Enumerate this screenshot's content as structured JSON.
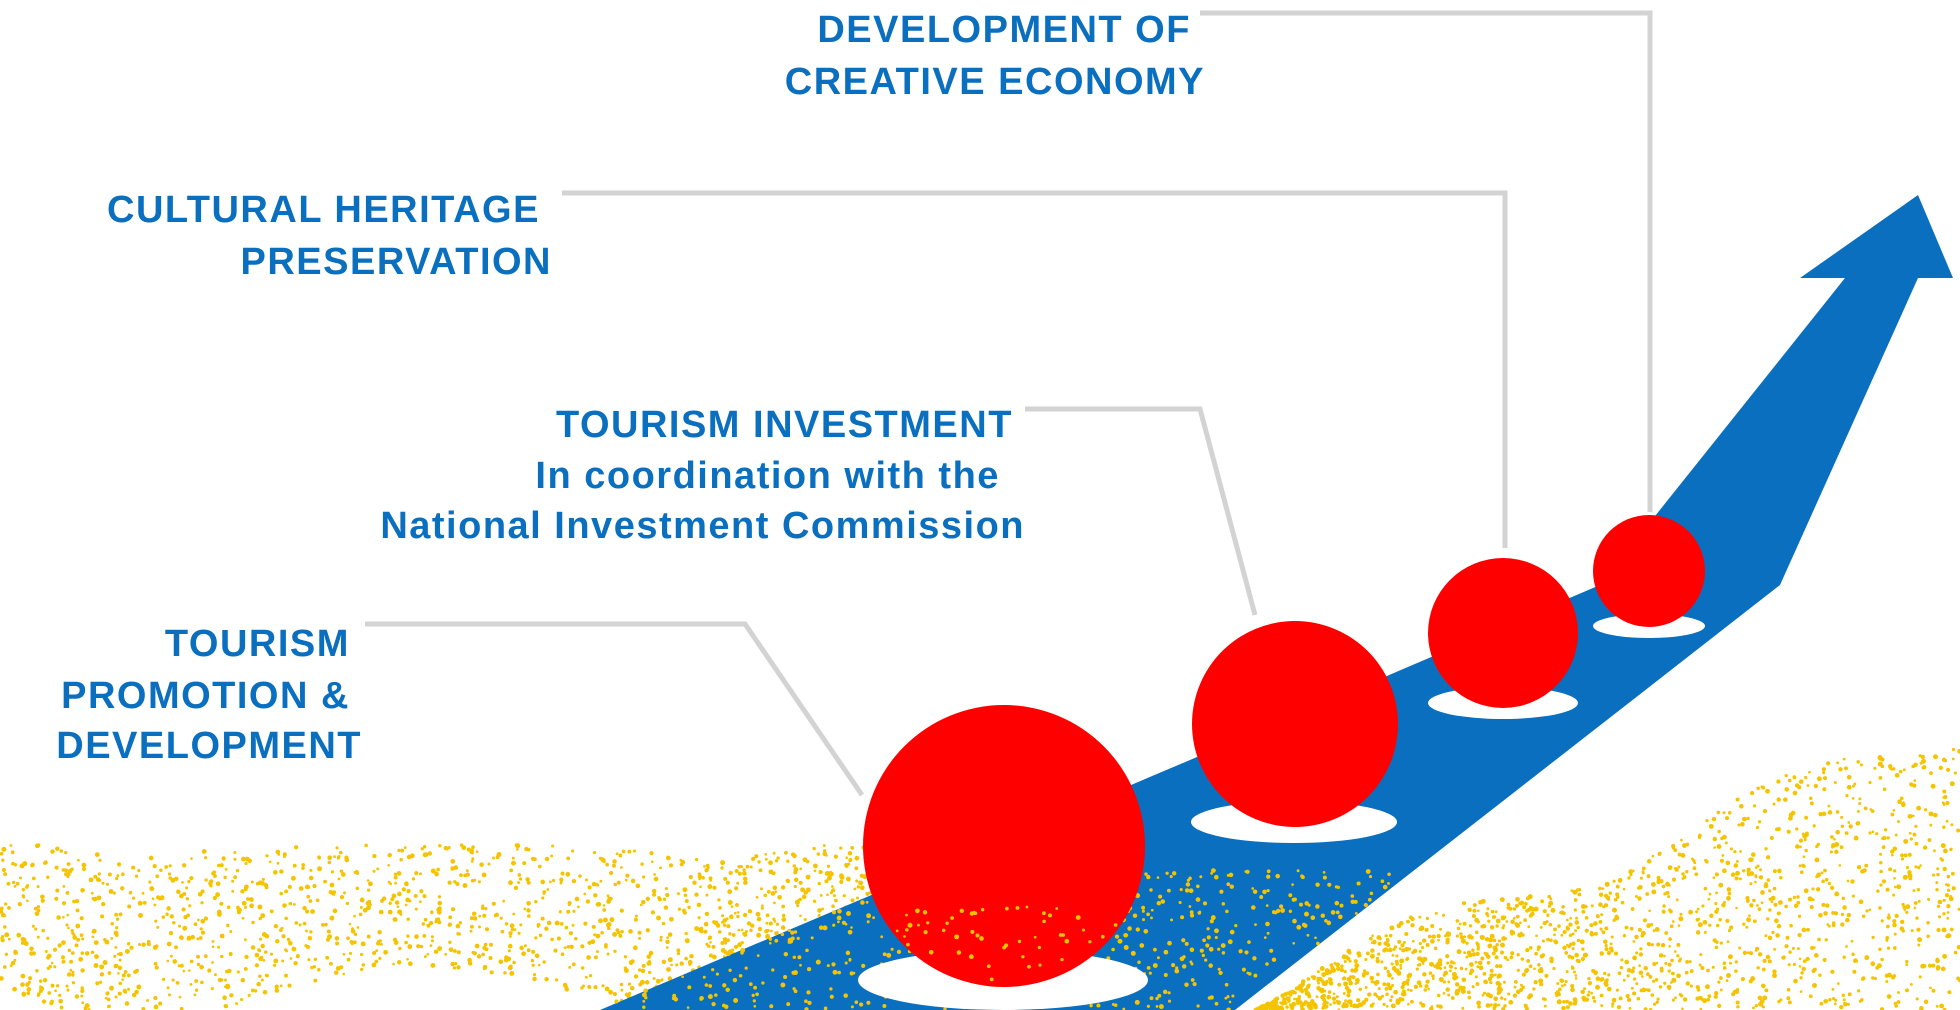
{
  "colors": {
    "brand_blue": "#0a6fbf",
    "sphere_red": "#ff0000",
    "leader_gray": "#d3d3d3",
    "dot_yellow": "#f5c400",
    "shadow_white": "#ffffff"
  },
  "stages": [
    {
      "id": "tourism-promotion",
      "lines": [
        "TOURISM",
        "PROMOTION &",
        "DEVELOPMENT"
      ]
    },
    {
      "id": "tourism-investment",
      "lines": [
        "TOURISM INVESTMENT",
        "In coordination with the",
        "National Investment Commission"
      ]
    },
    {
      "id": "cultural-heritage",
      "lines": [
        "CULTURAL HERITAGE",
        "PRESERVATION"
      ]
    },
    {
      "id": "creative-economy",
      "lines": [
        "DEVELOPMENT OF",
        "CREATIVE ECONOMY"
      ]
    }
  ]
}
